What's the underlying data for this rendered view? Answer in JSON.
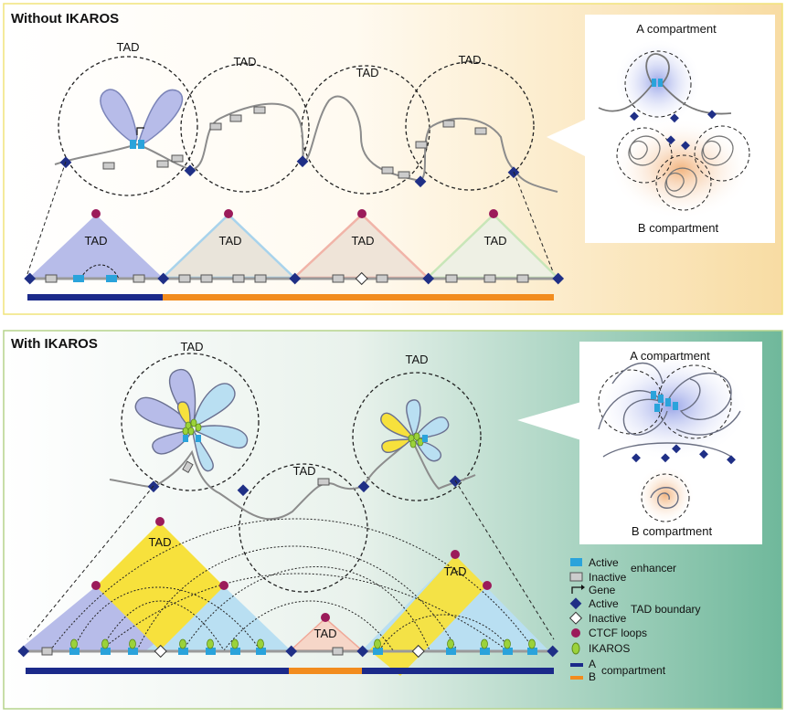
{
  "top_panel": {
    "title": "Without IKAROS",
    "tad_labels": [
      "TAD",
      "TAD",
      "TAD",
      "TAD"
    ],
    "triangle_labels": [
      "TAD",
      "TAD",
      "TAD",
      "TAD"
    ],
    "inset": {
      "a_label": "A compartment",
      "b_label": "B compartment"
    }
  },
  "bottom_panel": {
    "title": "With IKAROS",
    "tad_labels": [
      "TAD",
      "TAD",
      "TAD"
    ],
    "triangle_labels": [
      "TAD",
      "TAD",
      "TAD"
    ],
    "inset": {
      "a_label": "A compartment",
      "b_label": "B compartment"
    }
  },
  "legend": {
    "active": "Active",
    "inactive": "Inactive",
    "enhancer": "enhancer",
    "gene": "Gene",
    "active2": "Active",
    "inactive2": "Inactive",
    "tad_boundary": "TAD boundary",
    "ctcf": "CTCF loops",
    "ikaros": "IKAROS",
    "a": "A",
    "b": "B",
    "compartment": "compartment"
  },
  "colors": {
    "a_bar": "#1b2a8a",
    "b_bar": "#f28c1e",
    "enhancer": "#2aa3db",
    "boundary": "#1f2f86",
    "ctcf": "#9b1b5a",
    "ikaros": "#9bd23a",
    "tad_yellow": "#f7e13c"
  }
}
